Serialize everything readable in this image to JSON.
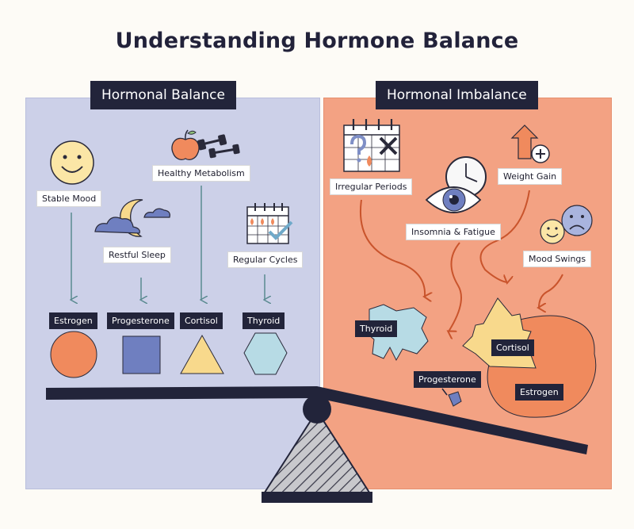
{
  "title": "Understanding Hormone Balance",
  "balance": {
    "header": "Hormonal Balance",
    "benefits": [
      "Stable Mood",
      "Healthy Metabolism",
      "Restful Sleep",
      "Regular Cycles"
    ],
    "hormones": [
      "Estrogen",
      "Progesterone",
      "Cortisol",
      "Thyroid"
    ]
  },
  "imbalance": {
    "header": "Hormonal Imbalance",
    "symptoms": [
      "Irregular Periods",
      "Weight Gain",
      "Insomnia & Fatigue",
      "Mood Swings"
    ],
    "hormones": [
      "Thyroid",
      "Cortisol",
      "Progesterone",
      "Estrogen"
    ]
  },
  "colors": {
    "balance_bg": "#ccd0e8",
    "imbalance_bg": "#f3a283",
    "estrogen": "#f08a5d",
    "progesterone": "#6f7fc0",
    "cortisol": "#f8d98c",
    "thyroid": "#b7dbe5",
    "dark": "#22243a"
  }
}
